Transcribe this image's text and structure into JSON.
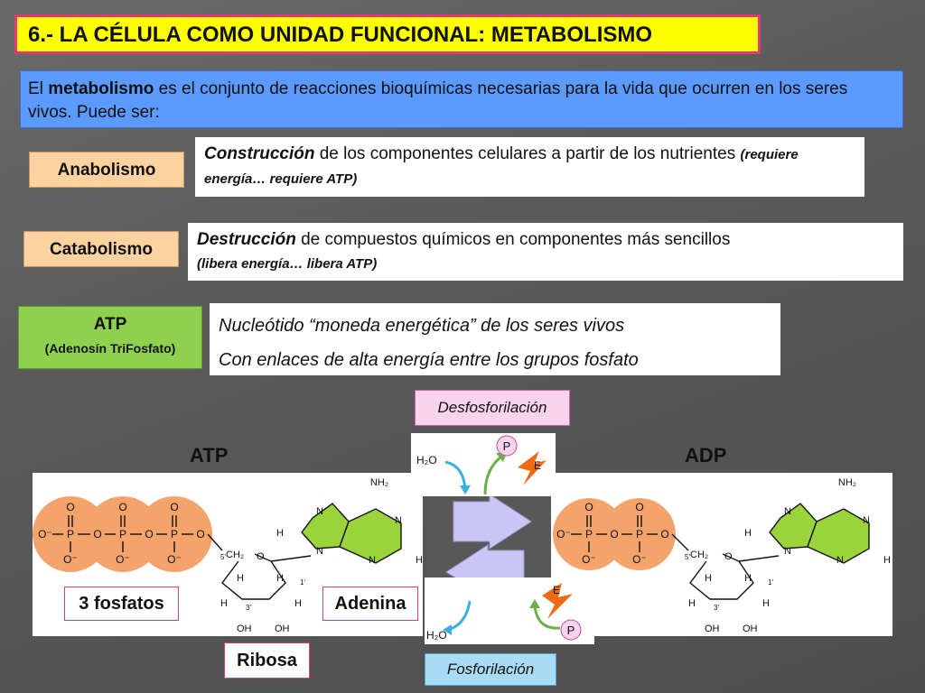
{
  "title": "6.- LA CÉLULA COMO UNIDAD FUNCIONAL: METABOLISMO",
  "intro": {
    "prefix": "El ",
    "bold": "metabolismo",
    "rest": " es el conjunto de reacciones bioquímicas necesarias para la vida que ocurren en los seres vivos. Puede ser:"
  },
  "anabolismo": {
    "tag": "Anabolismo",
    "lead": "Construcción",
    "text": " de los componentes celulares a partir de los nutrientes ",
    "note": "(requiere energía… requiere ATP)"
  },
  "catabolismo": {
    "tag": "Catabolismo",
    "lead": "Destrucción",
    "text": " de compuestos químicos en componentes más sencillos",
    "note": "(libera energía… libera ATP)"
  },
  "atp_def": {
    "tag": "ATP",
    "sub": "(Adenosín TriFosfato)",
    "line1": "Nucleótido “moneda energética” de los seres vivos",
    "line2": "Con enlaces de alta energía entre los grupos fosfato"
  },
  "diagram": {
    "desfosforilacion": "Desfosforilación",
    "fosforilacion": "Fosforilación",
    "atp_header": "ATP",
    "adp_header": "ADP",
    "label_fosfatos": "3 fosfatos",
    "label_adenina": "Adenina",
    "label_ribosa": "Ribosa",
    "reaction": {
      "water": "H₂O",
      "phosphate": "P",
      "energy": "E"
    },
    "molecule": {
      "O": "O",
      "P": "P",
      "O_minus": "O⁻",
      "nh2": "NH₂",
      "N": "N",
      "H": "H",
      "OH": "OH",
      "CH2": "CH₂",
      "c5": "5'",
      "c3": "3'",
      "c1": "1'"
    }
  },
  "colors": {
    "title_bg": "#ffff00",
    "title_border": "#e0397a",
    "intro_bg": "#5b9bff",
    "tag_orange": "#fcd3a0",
    "atp_green": "#8ed14f",
    "phosphate": "#f4a36b",
    "adenine": "#9ad43a",
    "arrow_purple": "#c9c6f4"
  }
}
